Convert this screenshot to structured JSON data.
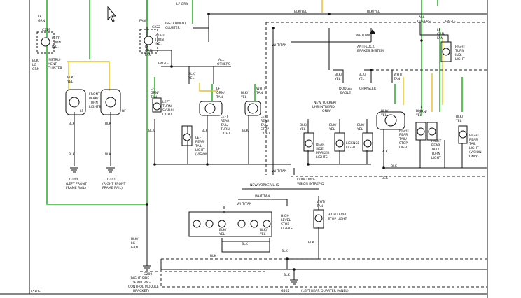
{
  "labels": {
    "lf_grn_1": "LF",
    "lf_grn_2": "GRN",
    "c219": "C219",
    "left_turn_ind": [
      "LEFT",
      "TURN",
      "IND."
    ],
    "instrument_cluster": [
      "INSTRU-",
      "MENT",
      "CLUSTER"
    ],
    "blk_lg1": [
      "BLK/",
      "LG",
      "GRN"
    ],
    "fan_1": "FAN",
    "c222": "C222",
    "right_turn_ind": [
      "RIGHT",
      "TURN",
      "IND."
    ],
    "instrument_cluster2": [
      "INSTRUMENT",
      "CLUSTER"
    ],
    "lf_grn_top": "LF GRN",
    "blk_yel_top": "BLK/YEL",
    "blk_yel_top2": "BLK/YEL",
    "eagle_1": "EAGLE",
    "all_others_1": [
      "ALL",
      "OTHERS"
    ],
    "all_others_2": [
      "ALL",
      "OTHERS"
    ],
    "eagle_2": "EAGLE",
    "wht_tan_1": "WHT/TAN",
    "wht_tan_2": "WHT/TAN",
    "anti_lock": [
      "ANTI-LOCK",
      "BRAKES SYSTEM"
    ],
    "front_park_turn": [
      "FRONT",
      "PARK/",
      "TURN",
      "LIGHTS"
    ],
    "lf_rf": [
      "LF",
      "RF"
    ],
    "lf_turn_signal": [
      "LEFT",
      "TURN",
      "SIGNAL",
      "LIGHT"
    ],
    "left_rear_tail": [
      "LEFT",
      "REAR",
      "TAIL/",
      "TURN",
      "LIGHT"
    ],
    "left_rear_tail_stop": [
      "LEFT",
      "REAR",
      "TAIL/",
      "STOP",
      "LIGHT"
    ],
    "left_rear_tail_vision": [
      "LEFT",
      "REAR",
      "TAIL",
      "LIGHT",
      "(VISION",
      "ONLY)"
    ],
    "dodge_eagle": [
      "DODGE/",
      "EAGLE"
    ],
    "chrysler": "CHRYSLER",
    "new_yorker_lhs": [
      "NEW YORKER/",
      "LHS INTREPID",
      "ONLY"
    ],
    "rear_side_marker": [
      "REAR",
      "SIDE",
      "MARKER",
      "LIGHTS"
    ],
    "license_light": [
      "LICENSE",
      "LIGHT"
    ],
    "right_rear_tail_stop": [
      "RIGHT",
      "REAR",
      "TAIL/",
      "STOP",
      "LIGHT"
    ],
    "right_rear_tail_turn": [
      "RIGHT",
      "REAR",
      "TAIL/",
      "TURN",
      "LIGHT"
    ],
    "right_rear_tail_vision": [
      "RIGHT",
      "REAR",
      "TAIL",
      "LIGHT",
      "(VISION",
      "ONLY)"
    ],
    "right_turn_light": [
      "RIGHT",
      "TURN",
      "IND.",
      "LIGHT"
    ],
    "g100": "G100",
    "g100_desc": [
      "(LEFT FRONT",
      "FRAME RAIL)"
    ],
    "g101": "G101",
    "g101_desc": [
      "(RIGHT FRONT",
      "FRAME RAIL)"
    ],
    "concorde": [
      "CONCORDE",
      "VISION INTREPID"
    ],
    "new_yorker_lhs2": "NEW YORKER/LHS",
    "high_level_stop_1": [
      "HIGH",
      "LEVEL",
      "STOP",
      "LIGHTS"
    ],
    "high_level_stop_2": [
      "HIGH LEVEL",
      "STOP LIGHT"
    ],
    "g200": "G200",
    "g200_desc": [
      "(RIGHT SIDE",
      "OF AIR BAG",
      "CONTROL MODULE",
      "BRACKET)"
    ],
    "g402": "G402",
    "g402_desc": "(LEFT REAR QUARTER PANEL)",
    "footer": "F5F0F",
    "blk": "BLK",
    "blk_yel": [
      "BLK/",
      "YEL"
    ],
    "lf_grn_tan": [
      "LF",
      "GRN/",
      "TAN"
    ],
    "wht_tan": [
      "WHT/",
      "TAN"
    ],
    "lf_grn_fan": [
      "LF",
      "GRN/",
      "FAN"
    ]
  }
}
